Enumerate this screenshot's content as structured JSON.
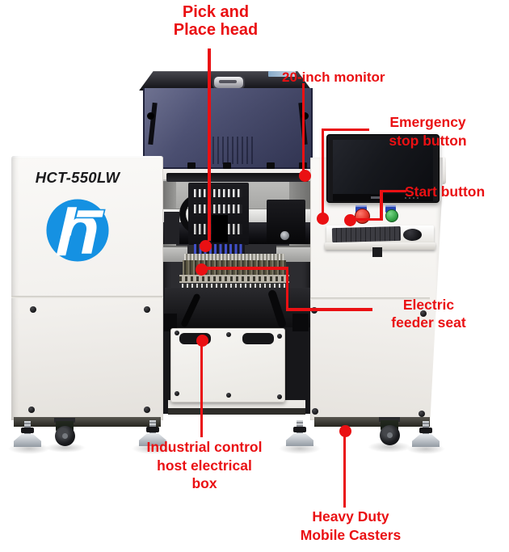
{
  "title": "HCT-550LW pick and place machine annotated diagram",
  "colors": {
    "annotation_red": "#ea1013",
    "logo_blue": "#1591e2",
    "hood_glass_navy": "#474b6e",
    "emergency_button_red": "#e3362a",
    "start_button_green": "#35a346",
    "button_plate_blue": "#2846b4"
  },
  "machine": {
    "model": "HCT-550LW"
  },
  "labels": {
    "pick_place_head": {
      "lines": [
        "Pick and",
        "Place head"
      ]
    },
    "monitor": {
      "lines": [
        "20-inch monitor"
      ]
    },
    "emergency_stop": {
      "lines": [
        "Emergency",
        "stop button"
      ]
    },
    "start_button": {
      "lines": [
        "Start button"
      ]
    },
    "feeder_seat": {
      "lines": [
        "Electric",
        "feeder seat"
      ]
    },
    "control_box": {
      "lines": [
        "Industrial control",
        "host electrical",
        "box"
      ]
    },
    "casters": {
      "lines": [
        "Heavy Duty",
        "Mobile Casters"
      ]
    }
  }
}
